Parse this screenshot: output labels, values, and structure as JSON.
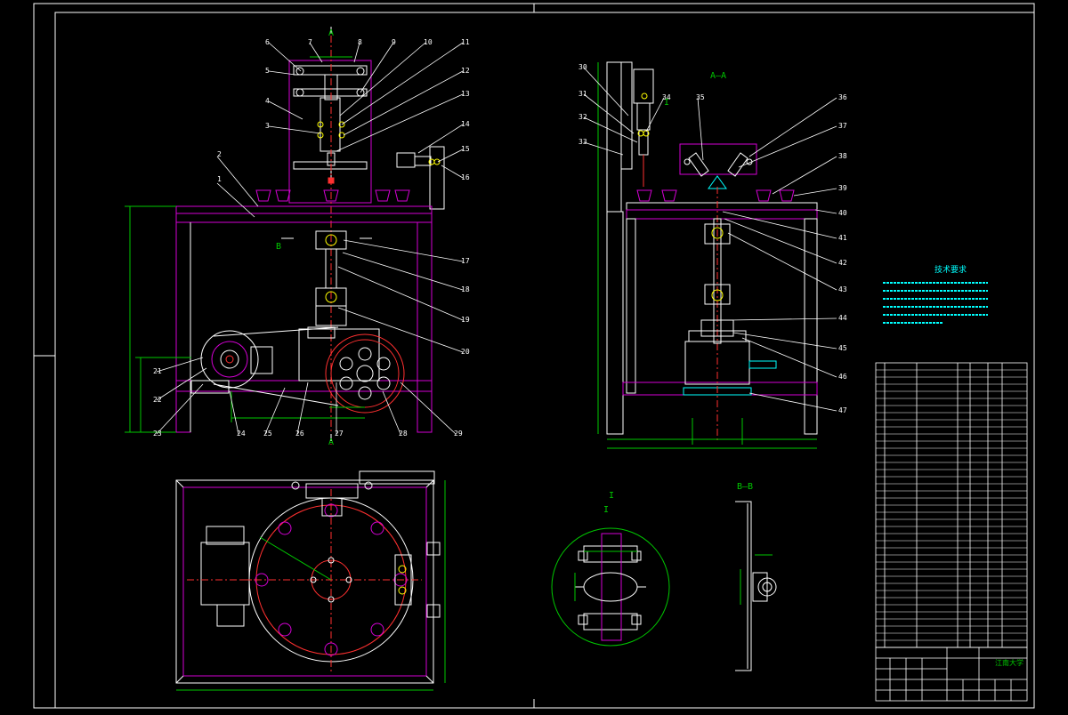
{
  "drawing": {
    "background": "#000000",
    "colors": {
      "outline": "#ffffff",
      "part": "#d400d4",
      "dimension": "#00c800",
      "center": "#ff3030",
      "label": "#ffffff",
      "accent_cyan": "#00ffff",
      "accent_yellow": "#ffff00"
    }
  },
  "labels": {
    "section_a_top": "A",
    "section_a_bottom": "A",
    "section_b": "B",
    "view_aa": "A—A",
    "view_bb": "B—B",
    "detail_i": "I",
    "detail_scale": "I",
    "detail_marker": "I"
  },
  "callouts_front": [
    "1",
    "2",
    "3",
    "4",
    "5",
    "6",
    "7",
    "8",
    "9",
    "10",
    "11",
    "12",
    "13",
    "14",
    "15",
    "16",
    "17",
    "18",
    "19",
    "20",
    "21",
    "22",
    "23",
    "24",
    "25",
    "26",
    "27",
    "28"
  ],
  "callouts_side": [
    "29",
    "30",
    "31",
    "32",
    "33",
    "34",
    "35",
    "36",
    "37",
    "38",
    "39",
    "40",
    "41",
    "42",
    "43",
    "44",
    "45",
    "46",
    "47"
  ],
  "tech_requirements": {
    "title": "技术要求",
    "lines": [
      "",
      "",
      "",
      "",
      "",
      ""
    ]
  },
  "title_block": {
    "university": "江南大学",
    "drawing_title": "",
    "material": ""
  }
}
